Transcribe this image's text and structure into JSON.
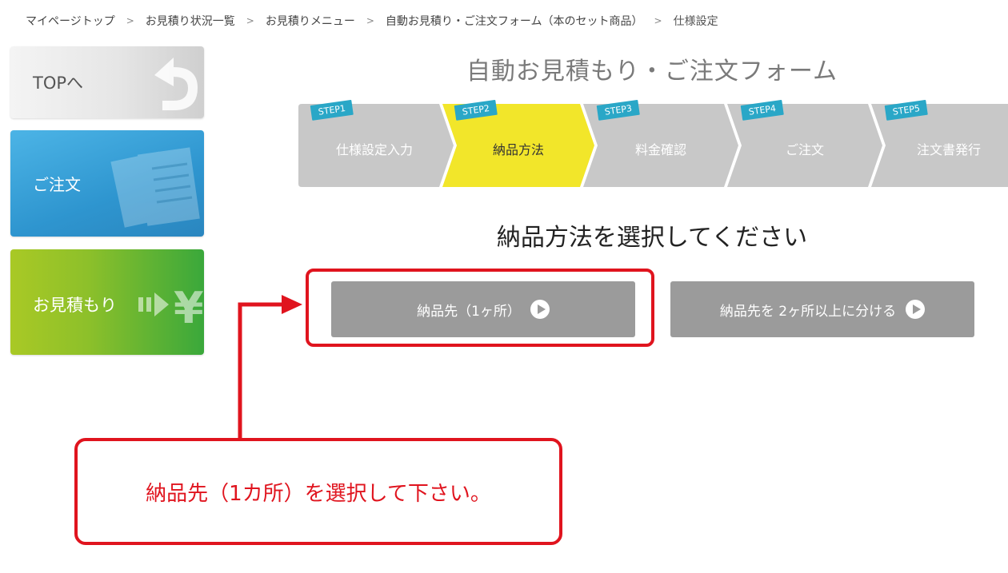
{
  "breadcrumb": [
    {
      "label": "マイページトップ"
    },
    {
      "label": "お見積り状況一覧"
    },
    {
      "label": "お見積りメニュー"
    },
    {
      "label": "自動お見積り・ご注文フォーム（本のセット商品）"
    },
    {
      "label": "仕様設定"
    }
  ],
  "breadcrumb_separator": ">",
  "sidebar": {
    "top": "TOPへ",
    "order": "ご注文",
    "quote": "お見積もり"
  },
  "form_title": "自動お見積もり・ご注文フォーム",
  "steps": [
    {
      "tag": "STEP1",
      "label": "仕様設定入力",
      "active": false
    },
    {
      "tag": "STEP2",
      "label": "納品方法",
      "active": true
    },
    {
      "tag": "STEP3",
      "label": "料金確認",
      "active": false
    },
    {
      "tag": "STEP4",
      "label": "ご注文",
      "active": false
    },
    {
      "tag": "STEP5",
      "label": "注文書発行",
      "active": false
    }
  ],
  "prompt": "納品方法を選択してください",
  "options": {
    "single": "納品先（1ヶ所）",
    "multiple": "納品先を 2ヶ所以上に分ける"
  },
  "callout": "納品先（1カ所）を選択して下さい。",
  "colors": {
    "accent_red": "#e0141e",
    "step_active": "#f2e62a",
    "step_inactive": "#c8c8c8",
    "step_tag": "#2aa7c7",
    "option_button": "#9b9b9b"
  }
}
